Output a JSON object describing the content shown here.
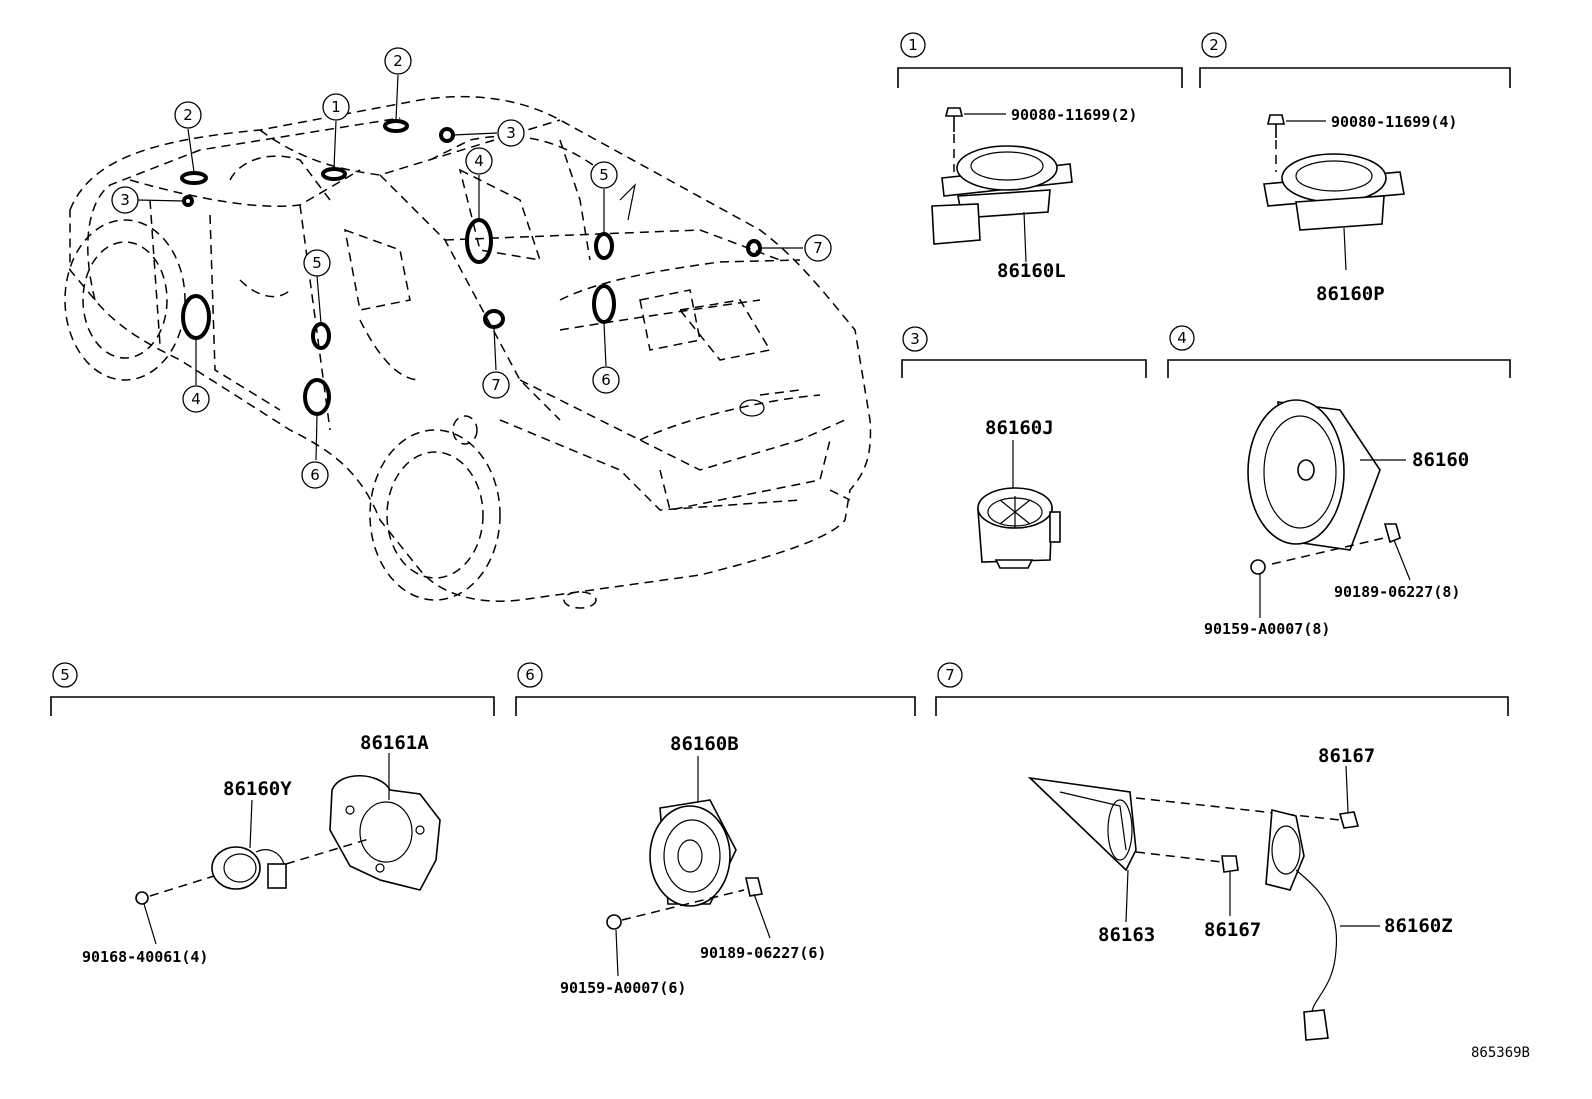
{
  "diagram_ref": "865369B",
  "overview_callouts": [
    "1",
    "2",
    "2",
    "3",
    "3",
    "4",
    "4",
    "5",
    "5",
    "6",
    "6",
    "7",
    "7"
  ],
  "groups": [
    {
      "num": "1",
      "parts": [
        {
          "pn": "90080-11699(2)"
        },
        {
          "pn": "86160L"
        }
      ]
    },
    {
      "num": "2",
      "parts": [
        {
          "pn": "90080-11699(4)"
        },
        {
          "pn": "86160P"
        }
      ]
    },
    {
      "num": "3",
      "parts": [
        {
          "pn": "86160J"
        }
      ]
    },
    {
      "num": "4",
      "parts": [
        {
          "pn": "86160"
        },
        {
          "pn": "90189-06227(8)"
        },
        {
          "pn": "90159-A0007(8)"
        }
      ]
    },
    {
      "num": "5",
      "parts": [
        {
          "pn": "86161A"
        },
        {
          "pn": "86160Y"
        },
        {
          "pn": "90168-40061(4)"
        }
      ]
    },
    {
      "num": "6",
      "parts": [
        {
          "pn": "86160B"
        },
        {
          "pn": "90189-06227(6)"
        },
        {
          "pn": "90159-A0007(6)"
        }
      ]
    },
    {
      "num": "7",
      "parts": [
        {
          "pn": "86167"
        },
        {
          "pn": "86163"
        },
        {
          "pn": "86167"
        },
        {
          "pn": "86160Z"
        }
      ]
    }
  ]
}
